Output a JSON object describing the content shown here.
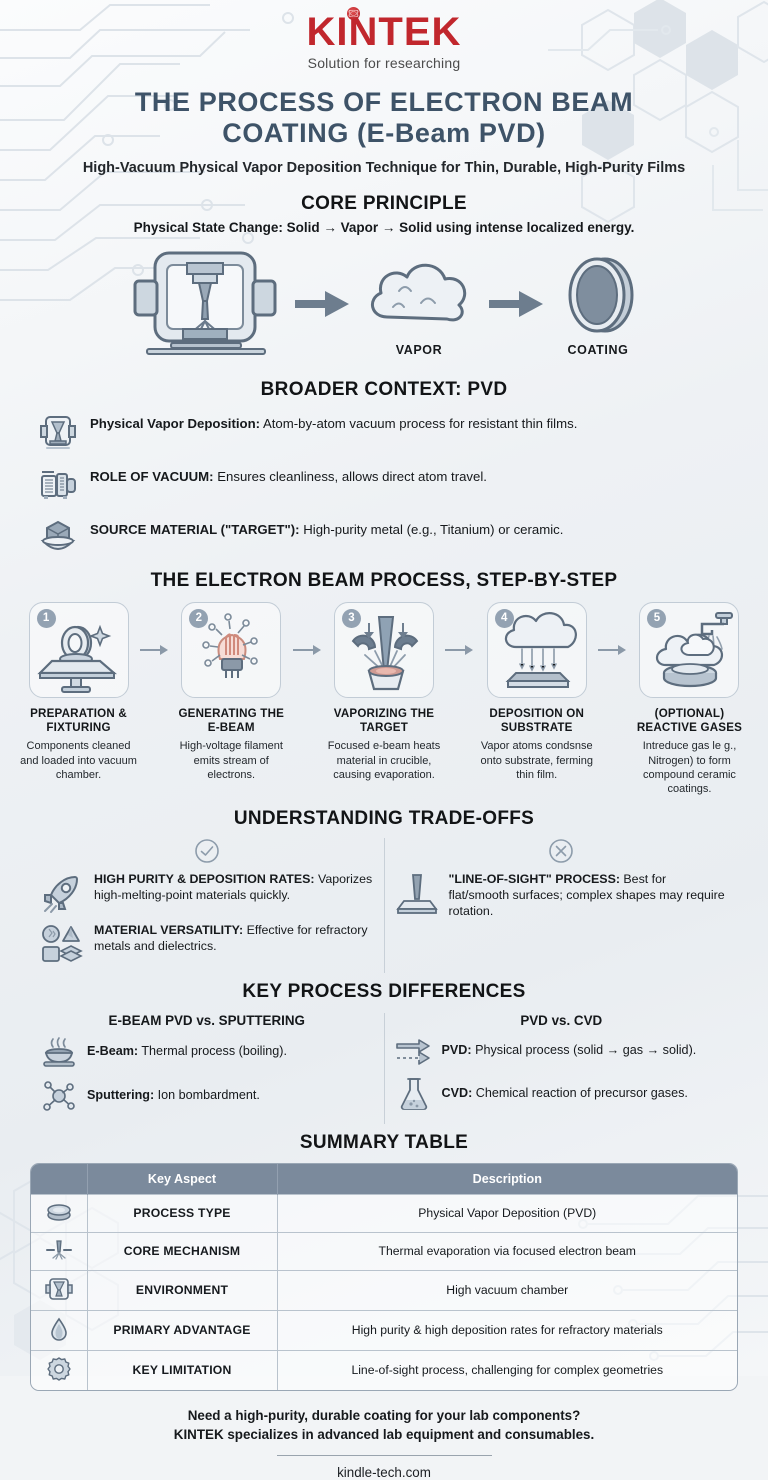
{
  "brand": {
    "name": "KINTEK",
    "tagline": "Solution for researching"
  },
  "header": {
    "title": "THE PROCESS OF ELECTRON BEAM COATING (E-Beam PVD)",
    "title_line1": "THE PROCESS OF ELECTRON BEAM",
    "title_line2": "COATING (E-Beam PVD)",
    "subtitle": "High-Vacuum Physical Vapor Deposition Technique for Thin, Durable, High-Purity Films"
  },
  "core_principle": {
    "heading": "CORE PRINCIPLE",
    "statement": "Physical State Change: Solid → Vapor → Solid using intense localized energy.",
    "flow": [
      {
        "icon": "vacuum-chamber-icon",
        "label": ""
      },
      {
        "icon": "cloud-icon",
        "label": "VAPOR"
      },
      {
        "icon": "coated-disc-icon",
        "label": "COATING"
      }
    ]
  },
  "broader_context": {
    "heading": "BROADER CONTEXT: PVD",
    "items": [
      {
        "icon": "vacuum-chamber-icon",
        "bold": "Physical Vapor Deposition:",
        "text": " Atom-by-atom vacuum process for resistant thin films."
      },
      {
        "icon": "vacuum-pump-icon",
        "bold": "ROLE OF VACUUM:",
        "text": " Ensures cleanliness, allows direct atom travel."
      },
      {
        "icon": "target-material-icon",
        "bold": "SOURCE MATERIAL (\"TARGET\"):",
        "text": " High-purity metal (e.g., Titanium) or ceramic."
      }
    ]
  },
  "process_steps": {
    "heading": "THE ELECTRON BEAM PROCESS, STEP-BY-STEP",
    "steps": [
      {
        "number": "1",
        "icon": "substrate-fixture-icon",
        "title": "PREPARATION & FIXTURING",
        "desc": "Components cleaned and loaded into vacuum chamber."
      },
      {
        "number": "2",
        "icon": "filament-electrons-icon",
        "title": "GENERATING THE E-BEAM",
        "desc": "High-voltage filament emits stream of electrons."
      },
      {
        "number": "3",
        "icon": "crucible-beam-icon",
        "title": "VAPORIZING THE TARGET",
        "desc": "Focused e-beam heats material in crucible, causing evaporation."
      },
      {
        "number": "4",
        "icon": "vapor-deposition-icon",
        "title": "DEPOSITION ON SUBSTRATE",
        "desc": "Vapor atoms condsnse onto substrate, ferming thin film."
      },
      {
        "number": "5",
        "icon": "reactive-gas-tap-icon",
        "title": "(OPTIONAL) REACTIVE GASES",
        "desc": "Intreduce gas le g., Nitrogen) to form compound ceramic coatings."
      }
    ]
  },
  "trade_offs": {
    "heading": "UNDERSTANDING TRADE-OFFS",
    "pros": {
      "icon": "check-circle-icon",
      "items": [
        {
          "icon": "rocket-icon",
          "bold": "HIGH PURITY & DEPOSITION RATES:",
          "text": " Vaporizes high-melting-point materials quickly."
        },
        {
          "icon": "materials-grid-icon",
          "bold": "MATERIAL VERSATILITY:",
          "text": " Effective for refractory metals and dielectrics."
        }
      ]
    },
    "cons": {
      "icon": "x-circle-icon",
      "items": [
        {
          "icon": "line-of-sight-icon",
          "bold": "\"LINE-OF-SIGHT\" PROCESS:",
          "text": " Best for flat/smooth surfaces; complex shapes may require rotation."
        }
      ]
    }
  },
  "key_differences": {
    "heading": "KEY PROCESS DIFFERENCES",
    "left": {
      "heading": "E-BEAM PVD vs. SPUTTERING",
      "rows": [
        {
          "icon": "heated-crucible-icon",
          "bold": "E-Beam:",
          "text": " Thermal process (boiling)."
        },
        {
          "icon": "ion-bombardment-icon",
          "bold": "Sputtering:",
          "text": " Ion bombardment."
        }
      ]
    },
    "right": {
      "heading": "PVD vs. CVD",
      "rows": [
        {
          "icon": "double-arrow-icon",
          "bold": "PVD:",
          "text": " Physical process (solid → gas → solid)."
        },
        {
          "icon": "flask-icon",
          "bold": "CVD:",
          "text": " Chemical reaction of precursor gases."
        }
      ]
    }
  },
  "summary_table": {
    "heading": "SUMMARY TABLE",
    "columns": [
      "",
      "Key Aspect",
      "Description"
    ],
    "rows": [
      {
        "icon": "disc-stack-icon",
        "key": "PROCESS TYPE",
        "desc": "Physical Vapor Deposition (PVD)"
      },
      {
        "icon": "beam-impact-icon",
        "key": "CORE MECHANISM",
        "desc": "Thermal evaporation via focused electron beam"
      },
      {
        "icon": "vacuum-chamber-icon",
        "key": "ENVIRONMENT",
        "desc": "High vacuum chamber"
      },
      {
        "icon": "droplet-icon",
        "key": "PRIMARY ADVANTAGE",
        "desc": "High purity & high deposition rates for refractory materials"
      },
      {
        "icon": "gear-icon",
        "key": "KEY LIMITATION",
        "desc": "Line-of-sight process, challenging for complex geometries"
      }
    ]
  },
  "footer": {
    "line1": "Need a high-purity, durable coating for your lab components?",
    "line2": "KINTEK specializes in advanced lab equipment and consumables.",
    "domain": "kindle-tech.com"
  },
  "colors": {
    "brand_red": "#c1272d",
    "title_slate": "#3e5368",
    "table_header": "#7b8a9c",
    "icon_fill": "#c3ced9",
    "icon_stroke": "#5b6b7d",
    "page_bg": "#f0f3f6"
  }
}
